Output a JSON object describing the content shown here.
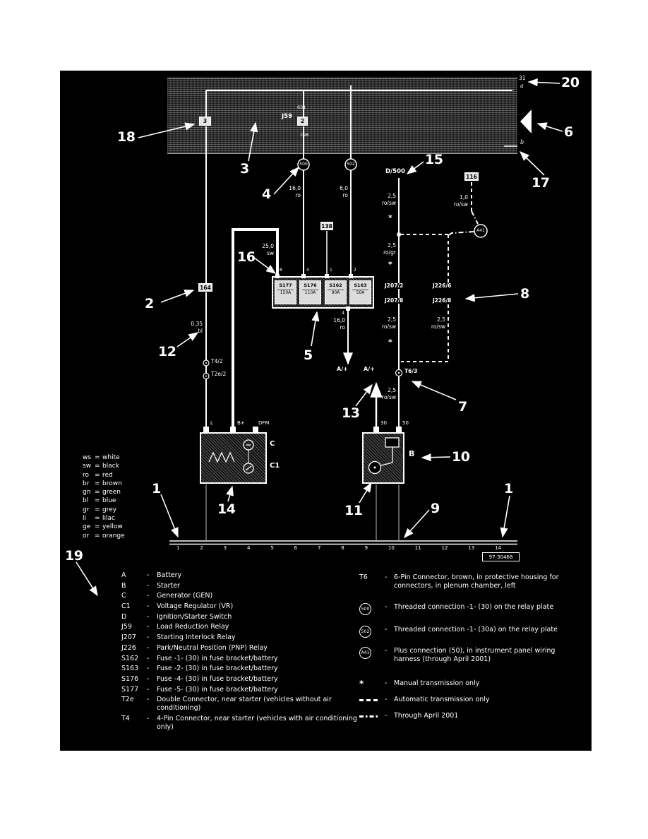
{
  "colors": {
    "page_bg": "#ffffff",
    "panel_bg": "#000000",
    "ink": "#ffffff"
  },
  "callouts": [
    "1",
    "2",
    "3",
    "4",
    "5",
    "6",
    "7",
    "8",
    "9",
    "10",
    "11",
    "12",
    "13",
    "14",
    "15",
    "16",
    "17",
    "18",
    "19",
    "20"
  ],
  "bus": {
    "terminal_31": "31",
    "wire_a": "a",
    "wire_b": "b",
    "box_3": "3",
    "relay_name": "J59",
    "relay_position": "2",
    "pin_top": "631",
    "pin_bottom": "298"
  },
  "circles": {
    "c500": "500",
    "c502": "502",
    "a41": "A41"
  },
  "ref_boxes": {
    "r164": "164",
    "r138": "138",
    "r116": "116"
  },
  "wire_labels": {
    "w1": {
      "size": "16,0",
      "color": "ro"
    },
    "w2": {
      "size": "6,0",
      "color": "ro"
    },
    "w3": {
      "size": "25,0",
      "color": "sw"
    },
    "w4": {
      "size": "0,35",
      "color": "bl"
    },
    "w5": {
      "size": "16,0",
      "color": "ro"
    },
    "w6": {
      "size": "2,5",
      "color": "ro/sw"
    },
    "w7": {
      "size": "2,5",
      "color": "ro/gr"
    },
    "w8": {
      "size": "2,5",
      "color": "ro/sw"
    },
    "w9": {
      "size": "2,5",
      "color": "ro/sw"
    },
    "w10": {
      "size": "2,5",
      "color": "ro/sw"
    },
    "w11": {
      "size": "1,0",
      "color": "ro/sw"
    }
  },
  "relay_refs": {
    "j207_2": "J207/2",
    "j207_8": "J207/8",
    "j226_6": "J226/6",
    "j226_8": "J226/8"
  },
  "connectors": {
    "t4": "T4/2",
    "t2e": "T2e/2",
    "t6": "T6/3",
    "d": "D/500"
  },
  "battery": {
    "left": "A/+",
    "right": "A/+"
  },
  "star": "*",
  "generator": {
    "c": "C",
    "c1": "C1",
    "pin_l": "L",
    "pin_b": "B+",
    "pin_dfm": "DFM"
  },
  "starter": {
    "b": "B",
    "pin_30": "30",
    "pin_50": "50"
  },
  "fuses": [
    {
      "name": "S177",
      "amp": "150A"
    },
    {
      "name": "S176",
      "amp": "110A"
    },
    {
      "name": "S162",
      "amp": "90A"
    },
    {
      "name": "S163",
      "amp": "50A"
    }
  ],
  "fuse_pins": {
    "t1": "8",
    "t2": "4",
    "t3": "1",
    "t4": "2",
    "b1": "4"
  },
  "track": {
    "numbers": [
      "1",
      "2",
      "3",
      "4",
      "5",
      "6",
      "7",
      "8",
      "9",
      "10",
      "11",
      "12",
      "13",
      "14"
    ],
    "ref": "97-30468"
  },
  "color_legend": {
    "items": [
      {
        "code": "ws",
        "eq": "=",
        "name": "white"
      },
      {
        "code": "sw",
        "eq": "=",
        "name": "black"
      },
      {
        "code": "ro",
        "eq": "=",
        "name": "red"
      },
      {
        "code": "br",
        "eq": "=",
        "name": "brown"
      },
      {
        "code": "gn",
        "eq": "=",
        "name": "green"
      },
      {
        "code": "bl",
        "eq": "=",
        "name": "blue"
      },
      {
        "code": "gr",
        "eq": "=",
        "name": "grey"
      },
      {
        "code": "li",
        "eq": "=",
        "name": "lilac"
      },
      {
        "code": "ge",
        "eq": "=",
        "name": "yellow"
      },
      {
        "code": "or",
        "eq": "=",
        "name": "orange"
      }
    ]
  },
  "component_legend": {
    "left": [
      {
        "code": "A",
        "dash": "-",
        "desc": "Battery"
      },
      {
        "code": "B",
        "dash": "-",
        "desc": "Starter"
      },
      {
        "code": "C",
        "dash": "-",
        "desc": "Generator (GEN)"
      },
      {
        "code": "C1",
        "dash": "-",
        "desc": "Voltage Regulator (VR)"
      },
      {
        "code": "D",
        "dash": "-",
        "desc": "Ignition/Starter Switch"
      },
      {
        "code": "J59",
        "dash": "-",
        "desc": "Load Reduction Relay"
      },
      {
        "code": "J207",
        "dash": "-",
        "desc": "Starting Interlock Relay"
      },
      {
        "code": "J226",
        "dash": "-",
        "desc": "Park/Neutral Position (PNP) Relay"
      },
      {
        "code": "S162",
        "dash": "-",
        "desc": "Fuse -1- (30) in fuse bracket/battery"
      },
      {
        "code": "S163",
        "dash": "-",
        "desc": "Fuse -2- (30) in fuse bracket/battery"
      },
      {
        "code": "S176",
        "dash": "-",
        "desc": "Fuse -4- (30) in fuse bracket/battery"
      },
      {
        "code": "S177",
        "dash": "-",
        "desc": "Fuse -5- (30) in fuse bracket/battery"
      },
      {
        "code": "T2e",
        "dash": "-",
        "desc": "Double Connector, near starter (vehicles without air conditioning)"
      },
      {
        "code": "T4",
        "dash": "-",
        "desc": "4-Pin Connector, near starter (vehicles with air conditioning only)"
      }
    ],
    "right": [
      {
        "code": "T6",
        "dash": "-",
        "desc": "6-Pin Connector, brown, in protective housing for connectors, in plenum chamber, left"
      },
      {
        "code": "500",
        "dash": "-",
        "desc": "Threaded connection -1- (30) on the relay plate"
      },
      {
        "code": "502",
        "dash": "-",
        "desc": "Threaded connection -1- (30a) on the relay plate"
      },
      {
        "code": "A41",
        "dash": "-",
        "desc": "Plus connection (50), in instrument panel wiring harness (through April 2001)"
      },
      {
        "code": "*",
        "dash": "-",
        "desc": "Manual transmission only"
      },
      {
        "symbol": "dashed-line-icon",
        "dash": "-",
        "desc": "Automatic transmission only"
      },
      {
        "symbol": "dash-dot-line-icon",
        "dash": "-",
        "desc": "Through April 2001"
      }
    ]
  }
}
